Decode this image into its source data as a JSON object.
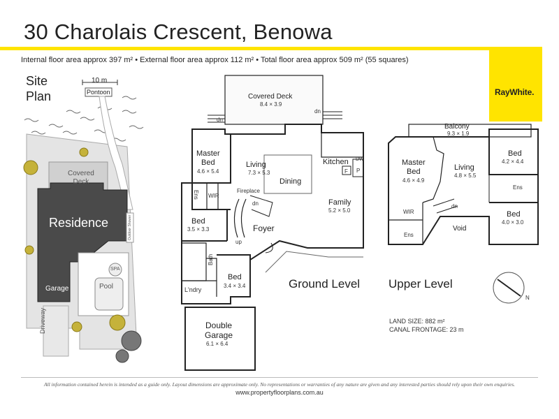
{
  "header": {
    "title": "30 Charolais Crescent, Benowa",
    "subtitle": "Internal floor area approx 397 m² • External floor area approx 112 m² • Total floor area approx 509 m² (55 squares)",
    "brand": "RayWhite.",
    "brand_color": "#ffe400"
  },
  "site_plan": {
    "heading_line1": "Site",
    "heading_line2": "Plan",
    "scale": "10 m",
    "pontoon": "Pontoon",
    "covered_deck": "Covered\nDeck",
    "residence": "Residence",
    "garage": "Garage",
    "pool": "Pool",
    "spa": "SPA",
    "driveway": "Driveway",
    "outdoor_shower": "Outdoor Shower",
    "residence_color": "#4a4a4a"
  },
  "ground_level": {
    "label": "Ground Level",
    "rooms": [
      {
        "name": "Covered Deck",
        "dims": "8.4 × 3.9"
      },
      {
        "name": "Master\nBed",
        "dims": "4.6 × 5.4"
      },
      {
        "name": "Living",
        "dims": "7.3 × 5.3"
      },
      {
        "name": "Kitchen",
        "dims": ""
      },
      {
        "name": "Dining",
        "dims": ""
      },
      {
        "name": "Family",
        "dims": "5.2 × 5.0"
      },
      {
        "name": "Bed",
        "dims": "3.5 × 3.3"
      },
      {
        "name": "Foyer",
        "dims": ""
      },
      {
        "name": "Bed",
        "dims": "3.4 × 3.4"
      },
      {
        "name": "Double\nGarage",
        "dims": "6.1 × 6.4"
      }
    ],
    "small_labels": [
      "Ens",
      "WIR",
      "Fireplace",
      "Bath",
      "L'ndry",
      "dn",
      "dn",
      "dn",
      "up",
      "DW",
      "P",
      "F"
    ]
  },
  "upper_level": {
    "label": "Upper Level",
    "rooms": [
      {
        "name": "Balcony",
        "dims": "9.3 × 1.9"
      },
      {
        "name": "Master\nBed",
        "dims": "4.6 × 4.9"
      },
      {
        "name": "Living",
        "dims": "4.8 × 5.5"
      },
      {
        "name": "Bed",
        "dims": "4.2 × 4.4"
      },
      {
        "name": "Bed",
        "dims": "4.0 × 3.0"
      },
      {
        "name": "Void",
        "dims": ""
      }
    ],
    "small_labels": [
      "Ens",
      "Ens",
      "WIR",
      "dn"
    ]
  },
  "facts": {
    "land_size": "LAND SIZE: 882 m²",
    "canal_frontage": "CANAL FRONTAGE: 23 m"
  },
  "compass": {
    "north": "N"
  },
  "footer": {
    "disclaimer": "All information contained herein is intended as a guide only. Layout dimensions are approximate only. No representations or warranties of any nature are given and any interested parties should rely upon their own enquiries.",
    "website": "www.propertyfloorplans.com.au"
  }
}
